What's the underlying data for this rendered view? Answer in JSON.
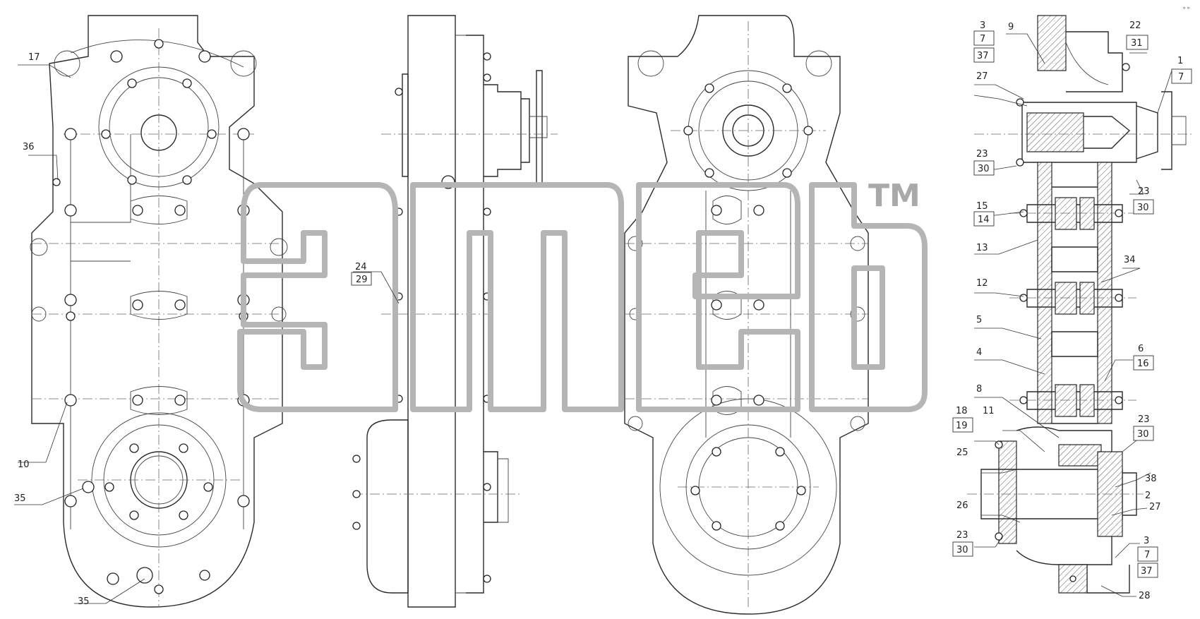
{
  "drawing": {
    "watermark_mark": "TM",
    "corner_mark": "∘∘",
    "callouts": {
      "c17": "17",
      "c36": "36",
      "c10": "10",
      "c35a": "35",
      "c35b": "35",
      "c24": "24",
      "c29": "29",
      "c3a": "3",
      "c7a": "7",
      "c37a": "37",
      "c27a": "27",
      "c9": "9",
      "c22": "22",
      "c31": "31",
      "c1": "1",
      "c7b": "7",
      "c23a": "23",
      "c30a": "30",
      "c23b": "23",
      "c30b": "30",
      "c15": "15",
      "c14": "14",
      "c13": "13",
      "c34": "34",
      "c12": "12",
      "c5": "5",
      "c4": "4",
      "c6": "6",
      "c16": "16",
      "c8": "8",
      "c18": "18",
      "c19": "19",
      "c11": "11",
      "c23c": "23",
      "c30c": "30",
      "c25": "25",
      "c38": "38",
      "c2": "2",
      "c27b": "27",
      "c26": "26",
      "c23d": "23",
      "c30d": "30",
      "c3b": "3",
      "c7c": "7",
      "c37b": "37",
      "c28": "28"
    }
  }
}
